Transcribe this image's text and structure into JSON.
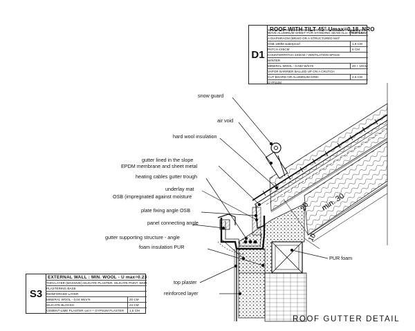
{
  "d1": {
    "code": "D1",
    "title": "ROOF WITH TILT 45° Umax=0,18, NRO",
    "rows": [
      {
        "text": "WAVE ALUMINUM SHEET FOR STANDING SEAM ALU.-PROFILE WITH BOLTS",
        "value": "0,07 CM"
      },
      {
        "text": "A DIAPHRAGM (BRAID OR A STRUCTURED MAT",
        "value": ""
      },
      {
        "text": "OSB 18MM waterproof",
        "value": "1,8 CM"
      },
      {
        "text": "PATCH 4X5CM",
        "value": "6 CM"
      },
      {
        "text": "COUNTERPATCH 4X5CM / VENTILATION SPACE",
        "value": ""
      },
      {
        "text": "WINTER",
        "value": ""
      },
      {
        "text": "MINERAL WOOL - 0,040 W/m*K",
        "value": "20 + 10CM"
      },
      {
        "text": "VAPOR BARRIER BALLED UP ON A CRUTCH",
        "value": ""
      },
      {
        "text": "CUT BOARD OR ALUMINUM GRID",
        "value": "2,5 CM"
      },
      {
        "text": "GYPSUM",
        "value": ""
      }
    ]
  },
  "s3": {
    "code": "S3",
    "title": "EXTERNAL WALL : MIN. WOOL - U max=0.23",
    "rows": [
      {
        "text": "THIN-LAYER (MASSIVE) SILICATE PLASTER, SILICATE PAINT, WHITE COLOUR",
        "value": ""
      },
      {
        "text": "PLASTERING BASE",
        "value": ""
      },
      {
        "text": "REINFORCED LAYER",
        "value": ""
      },
      {
        "text": "MINERAL WOOL - 0,04 W/m*K",
        "value": "20 CM"
      },
      {
        "text": "SILICATE BLOCKS",
        "value": "24 CM"
      },
      {
        "text": "CEMENT-LIME PLASTER cat II + GYPSUM PLASTER",
        "value": "1,5 CM"
      }
    ]
  },
  "labels": {
    "snow_guard": "snow guard",
    "air_void": "air void",
    "hard_wool": "hard wool insulation",
    "gutter_lined_1": "gutter lined in the slope",
    "gutter_lined_2": "EPDM membrane and sheet metal",
    "heating_cables": "heating cables gutter trough",
    "underlay_mat": "underlay mat",
    "osb_moisture": "OSB (impregnated against moisture",
    "plate_fixing": "plate fixing angle OSB",
    "panel_connecting": "panel connecting angle",
    "gutter_support": "gutter supporting structure - angle",
    "foam_pur": "foam insulation PUR",
    "pur_foam": "PUR foam",
    "top_plaster": "top plaster",
    "reinforced_layer": "reinforced layer"
  },
  "dimensions": {
    "d20": "20",
    "min30": "min. 30",
    "d10": "10"
  },
  "drawing_title": "ROOF GUTTER DETAIL"
}
